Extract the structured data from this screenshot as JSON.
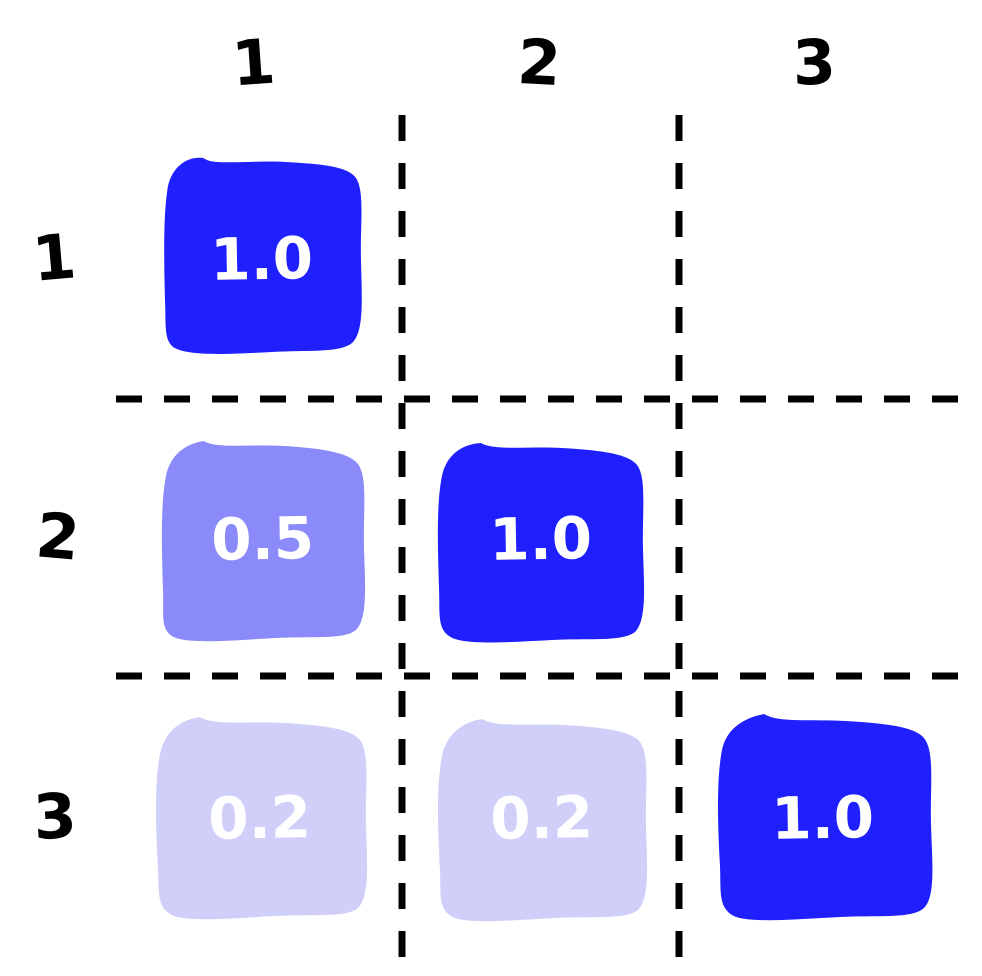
{
  "chart_data": {
    "type": "heatmap",
    "title": "",
    "subtitle": "",
    "xlabel": "",
    "ylabel": "",
    "grid": true,
    "legend": "none",
    "style": "hand-drawn",
    "column_labels": [
      "1",
      "2",
      "3"
    ],
    "row_labels": [
      "1",
      "2",
      "3"
    ],
    "x_tick_labels": [
      "1",
      "2",
      "3"
    ],
    "y_tick_labels": [
      "1",
      "2",
      "3"
    ],
    "colormap": {
      "low": "#FFFFFF",
      "high": "#2020FF",
      "value_colors": {
        "1.0": "#2020FF",
        "0.5": "#8A8AFA",
        "0.2": "#CFCFFA"
      }
    },
    "value_range": [
      0.0,
      1.0
    ],
    "matrix": [
      [
        1.0,
        null,
        null
      ],
      [
        0.5,
        1.0,
        null
      ],
      [
        0.2,
        0.2,
        1.0
      ]
    ],
    "annotations": [
      {
        "row": 0,
        "col": 0,
        "text": "1.0",
        "value": 1.0,
        "fill": "#2020FF",
        "text_color": "#FFFFFF"
      },
      {
        "row": 1,
        "col": 0,
        "text": "0.5",
        "value": 0.5,
        "fill": "#8A8AFA",
        "text_color": "#FFFFFF"
      },
      {
        "row": 1,
        "col": 1,
        "text": "1.0",
        "value": 1.0,
        "fill": "#2020FF",
        "text_color": "#FFFFFF"
      },
      {
        "row": 2,
        "col": 0,
        "text": "0.2",
        "value": 0.2,
        "fill": "#CFCFFA",
        "text_color": "#FFFFFF"
      },
      {
        "row": 2,
        "col": 1,
        "text": "0.2",
        "value": 0.2,
        "fill": "#CFCFFA",
        "text_color": "#FFFFFF"
      },
      {
        "row": 2,
        "col": 2,
        "text": "1.0",
        "value": 1.0,
        "fill": "#2020FF",
        "text_color": "#FFFFFF"
      }
    ],
    "gridline_color": "#000000",
    "background_color": "#FFFFFF"
  },
  "cells": {
    "r0c0": "1.0",
    "r1c0": "0.5",
    "r1c1": "1.0",
    "r2c0": "0.2",
    "r2c1": "0.2",
    "r2c2": "1.0"
  },
  "axis": {
    "columns": {
      "c0": "1",
      "c1": "2",
      "c2": "3"
    },
    "rows": {
      "r0": "1",
      "r1": "2",
      "r2": "3"
    }
  }
}
